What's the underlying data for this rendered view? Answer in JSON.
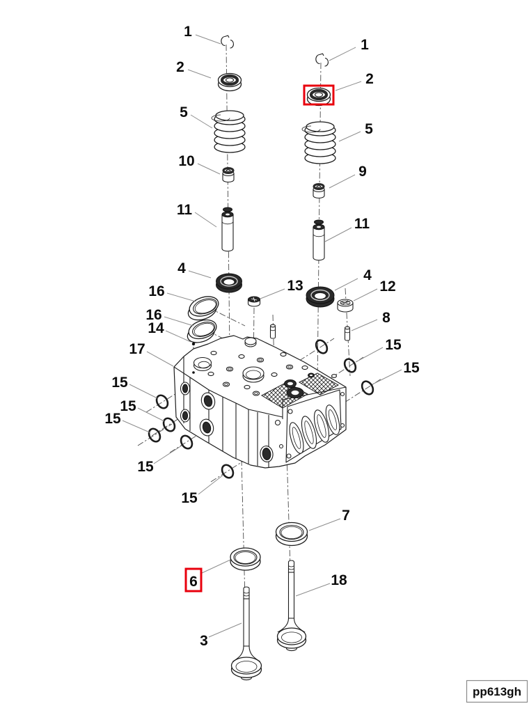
{
  "diagram": {
    "kind": "exploded-parts-diagram",
    "footer_code": "pp613gh",
    "highlight_color": "#e8000d",
    "highlighted_parts": [
      "2",
      "6"
    ],
    "callouts": [
      {
        "label": "1"
      },
      {
        "label": "1"
      },
      {
        "label": "2"
      },
      {
        "label": "2",
        "highlighted": true
      },
      {
        "label": "5"
      },
      {
        "label": "5"
      },
      {
        "label": "10"
      },
      {
        "label": "9"
      },
      {
        "label": "11"
      },
      {
        "label": "11"
      },
      {
        "label": "4"
      },
      {
        "label": "13"
      },
      {
        "label": "4"
      },
      {
        "label": "12"
      },
      {
        "label": "16"
      },
      {
        "label": "16"
      },
      {
        "label": "14"
      },
      {
        "label": "8"
      },
      {
        "label": "17"
      },
      {
        "label": "15"
      },
      {
        "label": "15"
      },
      {
        "label": "15"
      },
      {
        "label": "15"
      },
      {
        "label": "15"
      },
      {
        "label": "15"
      },
      {
        "label": "15"
      },
      {
        "label": "7"
      },
      {
        "label": "6",
        "highlighted": true
      },
      {
        "label": "18"
      },
      {
        "label": "3"
      }
    ]
  }
}
